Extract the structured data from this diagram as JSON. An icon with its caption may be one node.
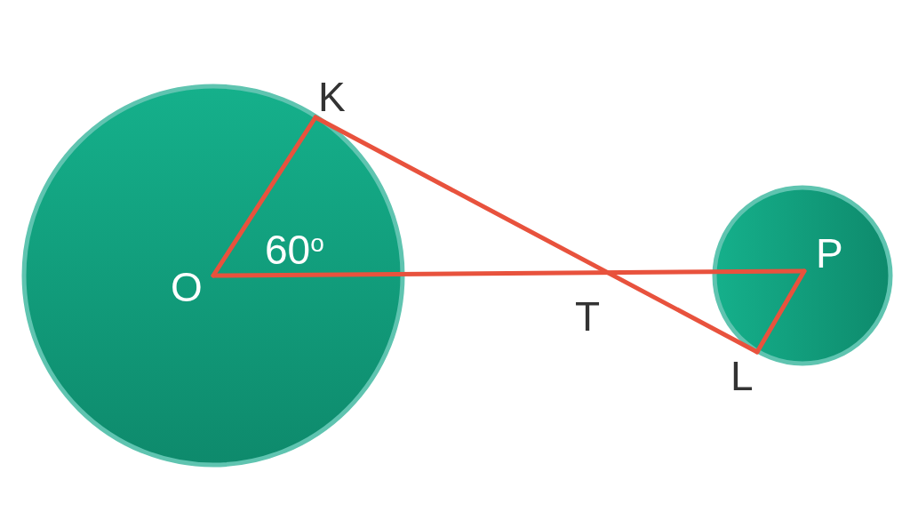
{
  "diagram": {
    "nodes": [
      {
        "text": [
          "K"
        ]
      },
      {
        "text": [
          "O"
        ]
      },
      {
        "text": [
          "P"
        ]
      },
      {
        "text": [
          "L"
        ]
      }
    ],
    "edges": [
      {
        "from": 1,
        "to": 0,
        "arrow": "none"
      },
      {
        "from": 0,
        "to": 3,
        "arrow": "none"
      },
      {
        "from": 1,
        "to": 2,
        "arrow": "none"
      },
      {
        "from": 2,
        "to": 3,
        "arrow": "none"
      }
    ],
    "labels": [
      "60$^{o}$",
      "T"
    ]
  }
}
